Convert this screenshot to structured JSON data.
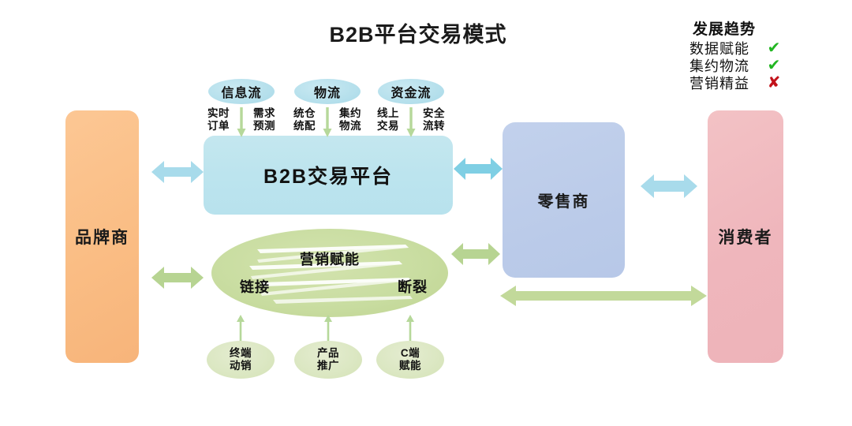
{
  "title": "B2B平台交易模式",
  "legend": {
    "heading": "发展趋势",
    "rows": [
      {
        "label": "数据赋能",
        "mark": "✔",
        "status": "check",
        "color": "#22b622"
      },
      {
        "label": "集约物流",
        "mark": "✔",
        "status": "check",
        "color": "#22b622"
      },
      {
        "label": "营销精益",
        "mark": "✘",
        "status": "cross",
        "color": "#c2121a"
      }
    ]
  },
  "nodes": {
    "brand": {
      "label": "品牌商",
      "color": "#fabd84"
    },
    "platform": {
      "label": "B2B交易平台",
      "color": "#bce4ee"
    },
    "retailer": {
      "label": "零售商",
      "color": "#bbcbe9"
    },
    "consumer": {
      "label": "消费者",
      "color": "#efb6bc"
    }
  },
  "flows": [
    {
      "name": "信息流",
      "left_line1": "实时",
      "left_line2": "订单",
      "right_line1": "需求",
      "right_line2": "预测"
    },
    {
      "name": "物流",
      "left_line1": "统仓",
      "left_line2": "统配",
      "right_line1": "集约",
      "right_line2": "物流"
    },
    {
      "name": "资金流",
      "left_line1": "线上",
      "left_line2": "交易",
      "right_line1": "安全",
      "right_line2": "流转"
    }
  ],
  "marketing": {
    "top_label": "营销赋能",
    "left_label": "链接",
    "right_label": "断裂",
    "color": "#c9dda1"
  },
  "enablers": [
    {
      "line1": "终端",
      "line2": "动销"
    },
    {
      "line1": "产品",
      "line2": "推广"
    },
    {
      "line1": "C端",
      "line2": "赋能"
    }
  ],
  "connectors": [
    {
      "id": "brand-platform",
      "type": "double-arrow",
      "color": "#a8dbeb"
    },
    {
      "id": "brand-marketing",
      "type": "double-arrow",
      "color": "#b7d492"
    },
    {
      "id": "platform-retailer",
      "type": "double-arrow",
      "color": "#7fcfe4"
    },
    {
      "id": "marketing-retailer",
      "type": "double-arrow",
      "color": "#b7d492"
    },
    {
      "id": "retailer-consumer",
      "type": "double-arrow",
      "color": "#a8dbeb"
    },
    {
      "id": "marketing-consumer",
      "type": "double-arrow",
      "color": "#c2d99a"
    }
  ]
}
